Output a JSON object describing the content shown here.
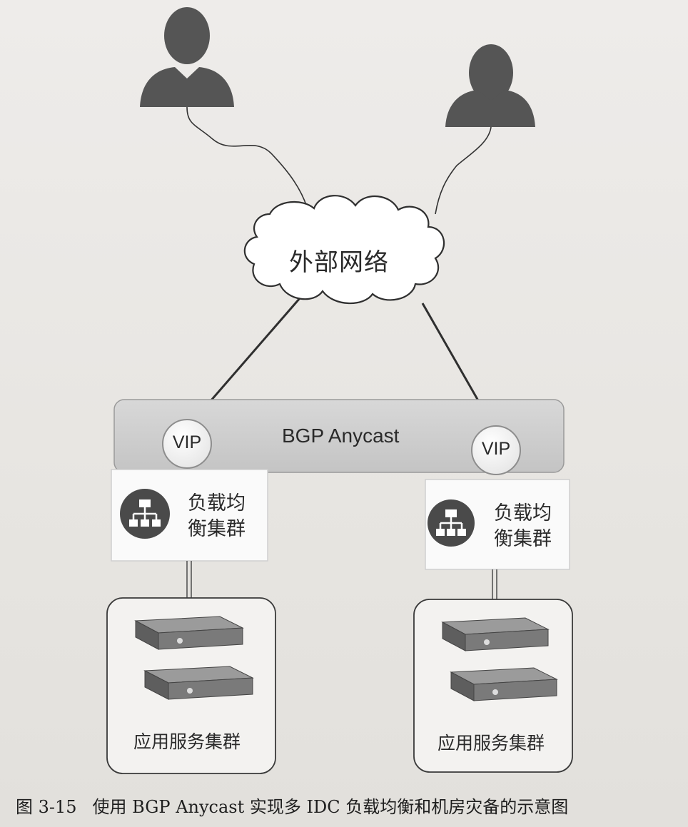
{
  "cloud": {
    "label": "外部网络"
  },
  "anycast_bar": {
    "label": "BGP Anycast"
  },
  "sites": [
    {
      "vip": "VIP",
      "load_balancer": {
        "line1": "负载均",
        "line2": "衡集群"
      },
      "app_cluster": {
        "label": "应用服务集群"
      }
    },
    {
      "vip": "VIP",
      "load_balancer": {
        "line1": "负载均",
        "line2": "衡集群"
      },
      "app_cluster": {
        "label": "应用服务集群"
      }
    }
  ],
  "caption": {
    "number": "图 3-15",
    "text": "使用 BGP Anycast 实现多 IDC 负载均衡和机房灾备的示意图"
  },
  "colors": {
    "user_icon": "#555555",
    "anycast_bar": "#cfcfcf",
    "lb_icon": "#4a4a4a",
    "server_body": "#6e6e6e"
  },
  "icons": [
    "user-icon",
    "cloud-icon",
    "network-hierarchy-icon",
    "server-rack-icon"
  ]
}
